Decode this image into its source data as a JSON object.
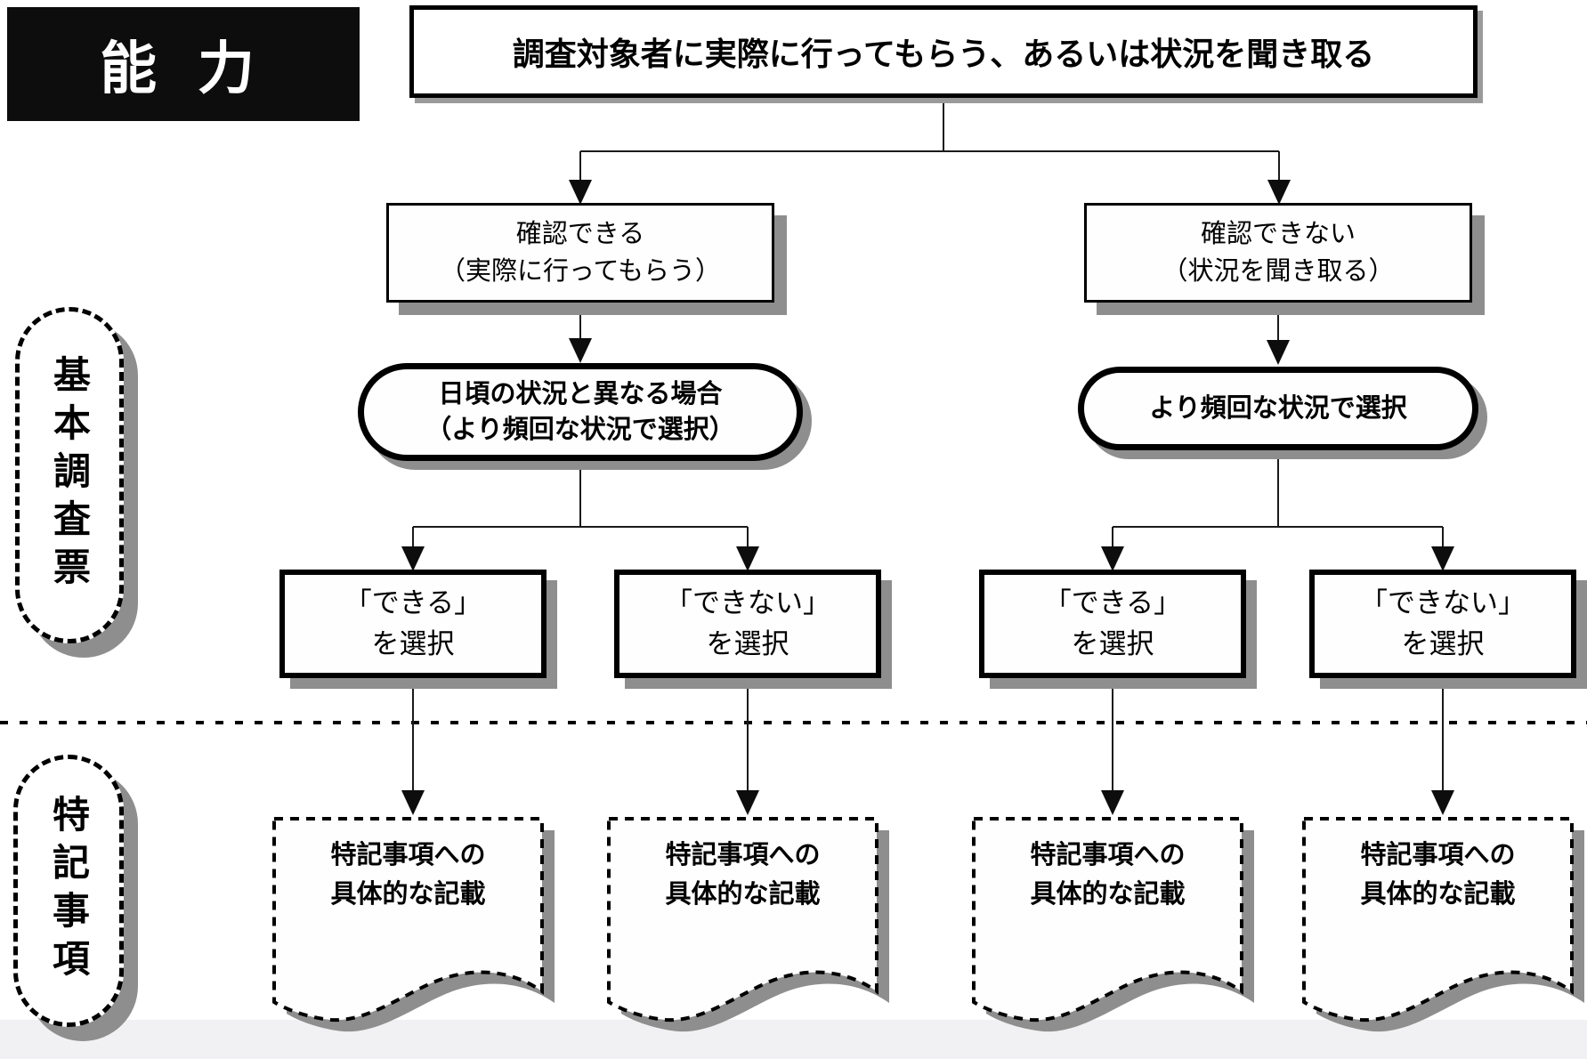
{
  "header": {
    "category": "能 力",
    "root": "調査対象者に実際に行ってもらう、あるいは状況を聞き取る"
  },
  "sections": {
    "survey": "基本調査票",
    "notes": "特記事項"
  },
  "left": {
    "check1": "確認できる",
    "check2": "（実際に行ってもらう）",
    "rule1": "日頃の状況と異なる場合",
    "rule2": "（より頻回な状況で選択）",
    "can1": "「できる」",
    "can2": "を選択",
    "cannot1": "「できない」",
    "cannot2": "を選択"
  },
  "right": {
    "check1": "確認できない",
    "check2": "（状況を聞き取る）",
    "rule1": "より頻回な状況で選択",
    "can1": "「できる」",
    "can2": "を選択",
    "cannot1": "「できない」",
    "cannot2": "を選択"
  },
  "doc": {
    "line1": "特記事項への",
    "line2": "具体的な記載"
  },
  "colors": {
    "ink": "#000000",
    "shadow": "#8e8e8e",
    "background": "#ffffff",
    "bottom_band": "#f1f1f3",
    "category_box": "#0d0d0d"
  }
}
